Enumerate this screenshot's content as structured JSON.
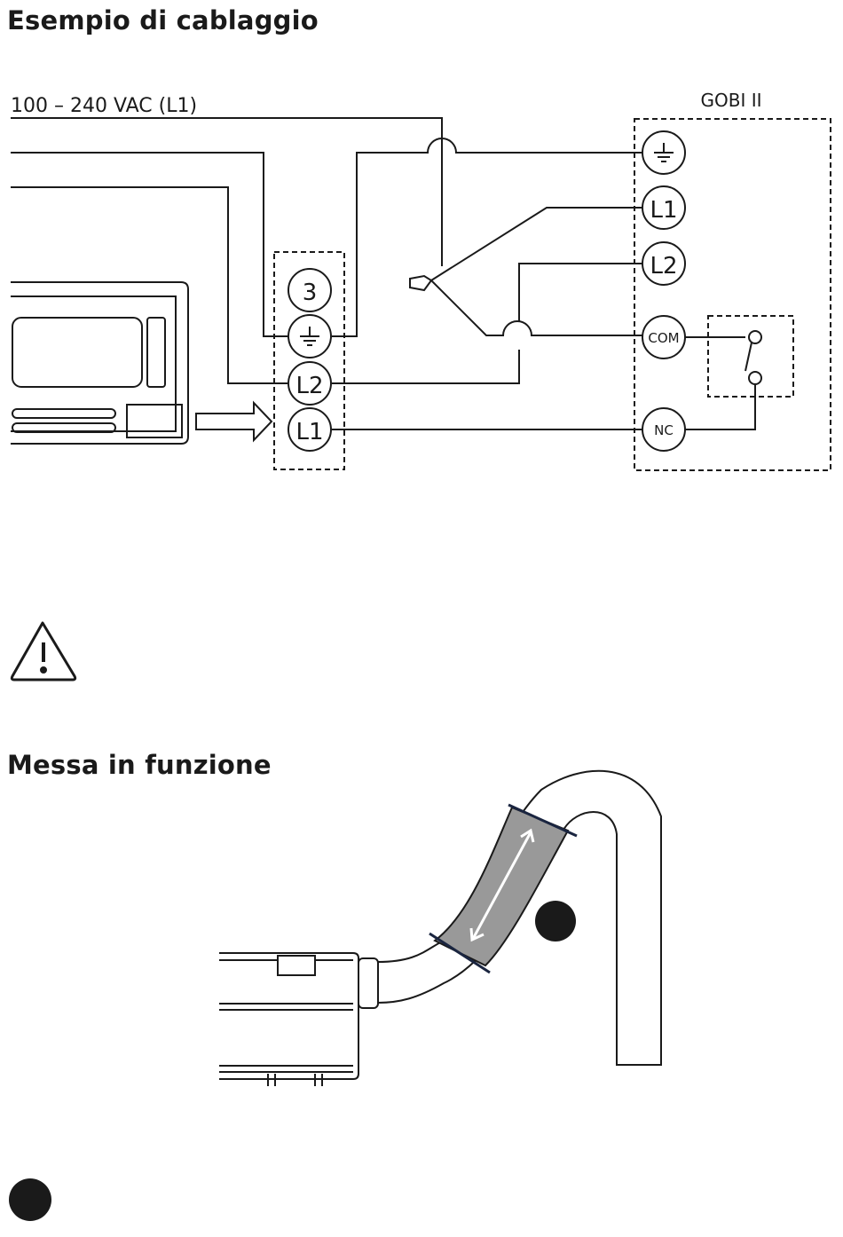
{
  "sections": {
    "wiring_title": "Esempio di cablaggio",
    "commissioning_title": "Messa in funzione"
  },
  "wiring": {
    "supply_label": "100 – 240 VAC (L1)",
    "device_label": "GOBI II",
    "left_terminals": [
      "3",
      "⏚",
      "L2",
      "L1"
    ],
    "right_terminals": [
      "⏚",
      "L1",
      "L2",
      "COM",
      "NC"
    ]
  },
  "icons": [
    "warning-icon",
    "ground-icon",
    "arrow-right-icon",
    "bullet-dot-icon"
  ]
}
